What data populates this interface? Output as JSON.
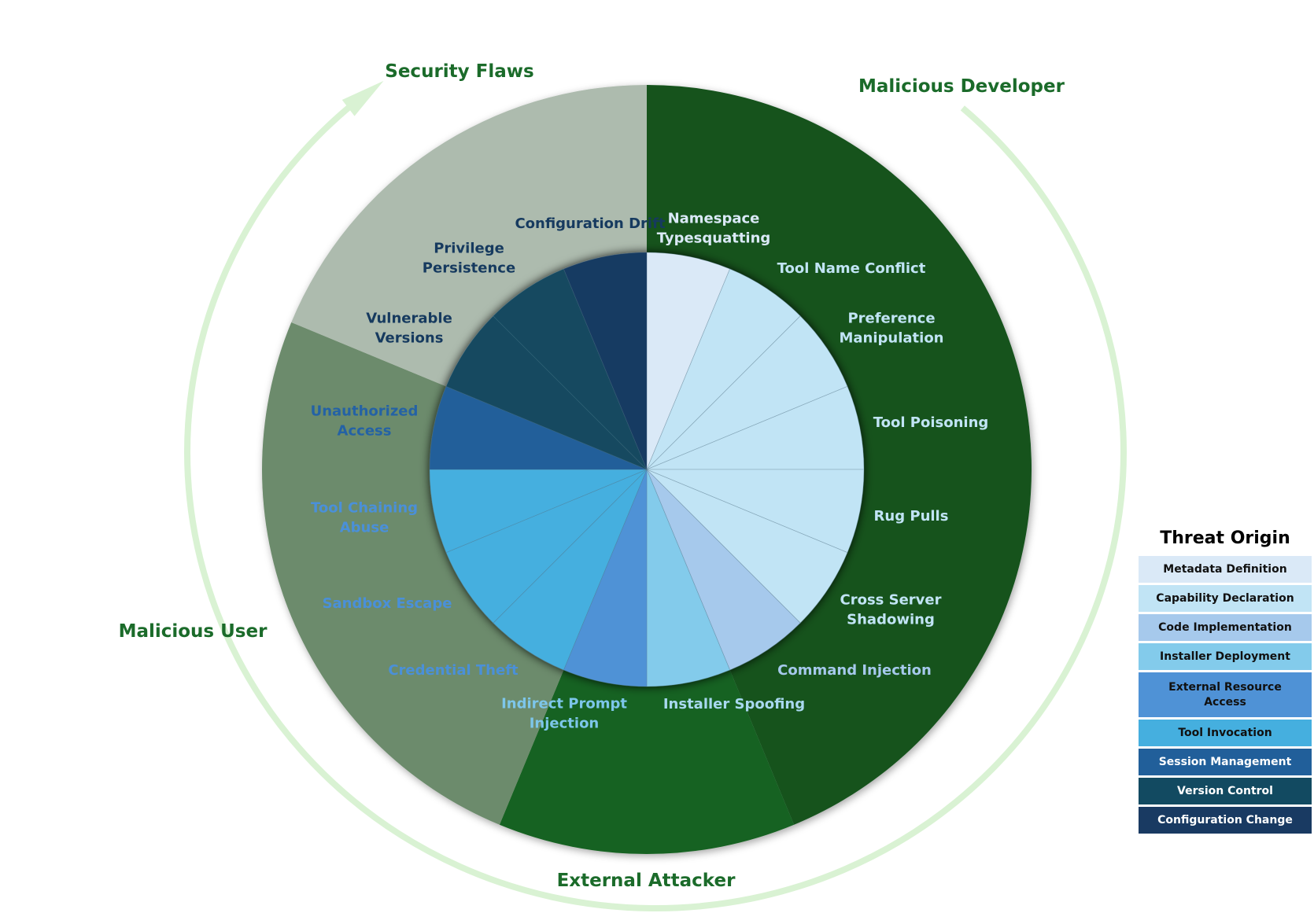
{
  "chart_data": {
    "type": "pie",
    "title": "",
    "description": "Two-level donut: inner pie of 16 equal threat slices colored by threat origin; outer ring groups slices by threat source.",
    "inner": {
      "slices": [
        {
          "label": "Namespace Typesquatting",
          "lines": [
            "Namespace",
            "Typesquatting"
          ],
          "origin": "Metadata Definition",
          "value": 1
        },
        {
          "label": "Tool Name Conflict",
          "lines": [
            "Tool Name Conflict"
          ],
          "origin": "Capability Declaration",
          "value": 1
        },
        {
          "label": "Preference Manipulation",
          "lines": [
            "Preference",
            "Manipulation"
          ],
          "origin": "Capability Declaration",
          "value": 1
        },
        {
          "label": "Tool Poisoning",
          "lines": [
            "Tool Poisoning"
          ],
          "origin": "Capability Declaration",
          "value": 1
        },
        {
          "label": "Rug Pulls",
          "lines": [
            "Rug Pulls"
          ],
          "origin": "Capability Declaration",
          "value": 1
        },
        {
          "label": "Cross Server Shadowing",
          "lines": [
            "Cross Server",
            "Shadowing"
          ],
          "origin": "Capability Declaration",
          "value": 1
        },
        {
          "label": "Command Injection",
          "lines": [
            "Command Injection"
          ],
          "origin": "Code Implementation",
          "value": 1
        },
        {
          "label": "Installer Spoofing",
          "lines": [
            "Installer Spoofing"
          ],
          "origin": "Installer Deployment",
          "value": 1
        },
        {
          "label": "Indirect Prompt Injection",
          "lines": [
            "Indirect Prompt",
            "Injection"
          ],
          "origin": "External Resource Access",
          "value": 1
        },
        {
          "label": "Credential Theft",
          "lines": [
            "Credential Theft"
          ],
          "origin": "Tool Invocation",
          "value": 1
        },
        {
          "label": "Sandbox Escape",
          "lines": [
            "Sandbox Escape"
          ],
          "origin": "Tool Invocation",
          "value": 1
        },
        {
          "label": "Tool Chaining Abuse",
          "lines": [
            "Tool Chaining",
            "Abuse"
          ],
          "origin": "Tool Invocation",
          "value": 1
        },
        {
          "label": "Unauthorized Access",
          "lines": [
            "Unauthorized",
            "Access"
          ],
          "origin": "Session Management",
          "value": 1
        },
        {
          "label": "Vulnerable Versions",
          "lines": [
            "Vulnerable",
            "Versions"
          ],
          "origin": "Version Control",
          "value": 1
        },
        {
          "label": "Privilege Persistence",
          "lines": [
            "Privilege",
            "Persistence"
          ],
          "origin": "Version Control",
          "value": 1
        },
        {
          "label": "Configuration Drift",
          "lines": [
            "Configuration Drift"
          ],
          "origin": "Configuration Change",
          "value": 1
        }
      ]
    },
    "outer": {
      "segments": [
        {
          "label": "Malicious Developer",
          "count": 7,
          "color": "#13521D"
        },
        {
          "label": "External Attacker",
          "count": 2,
          "color": "#196221"
        },
        {
          "label": "Malicious User",
          "count": 4,
          "color": "#6C8B6C"
        },
        {
          "label": "Security Flaws",
          "count": 3,
          "color": "#ADBBAE"
        }
      ]
    },
    "cycle_arrow": {
      "direction": "clockwise",
      "color": "#D9F2D3"
    },
    "legend": {
      "title": "Threat Origin",
      "placement": "bottom-right",
      "entries": [
        {
          "label": "Metadata Definition",
          "lines": [
            "Metadata Definition"
          ],
          "color": "#DAE9F7",
          "text_color": "#111111",
          "label_color": "#DAE9F7"
        },
        {
          "label": "Capability Declaration",
          "lines": [
            "Capability Declaration"
          ],
          "color": "#C1E4F5",
          "text_color": "#111111",
          "label_color": "#C1E4F5"
        },
        {
          "label": "Code Implementation",
          "lines": [
            "Code Implementation"
          ],
          "color": "#A6C9EC",
          "text_color": "#111111",
          "label_color": "#A6C9EC"
        },
        {
          "label": "Installer Deployment",
          "lines": [
            "Installer Deployment"
          ],
          "color": "#83CBEB",
          "text_color": "#111111",
          "label_color": "#A9D8F0"
        },
        {
          "label": "External Resource Access",
          "lines": [
            "External Resource",
            "Access"
          ],
          "color": "#4F92D6",
          "text_color": "#111111",
          "label_color": "#7DC6EA"
        },
        {
          "label": "Tool Invocation",
          "lines": [
            "Tool Invocation"
          ],
          "color": "#45AFDF",
          "text_color": "#111111",
          "label_color": "#4A90D9"
        },
        {
          "label": "Session Management",
          "lines": [
            "Session Management"
          ],
          "color": "#215F9A",
          "text_color": "#FFFFFF",
          "label_color": "#2462A5"
        },
        {
          "label": "Version Control",
          "lines": [
            "Version Control"
          ],
          "color": "#124A61",
          "text_color": "#FFFFFF",
          "label_color": "#163A5F"
        },
        {
          "label": "Configuration Change",
          "lines": [
            "Configuration Change"
          ],
          "color": "#193A62",
          "text_color": "#FFFFFF",
          "label_color": "#163A5F"
        }
      ]
    }
  }
}
